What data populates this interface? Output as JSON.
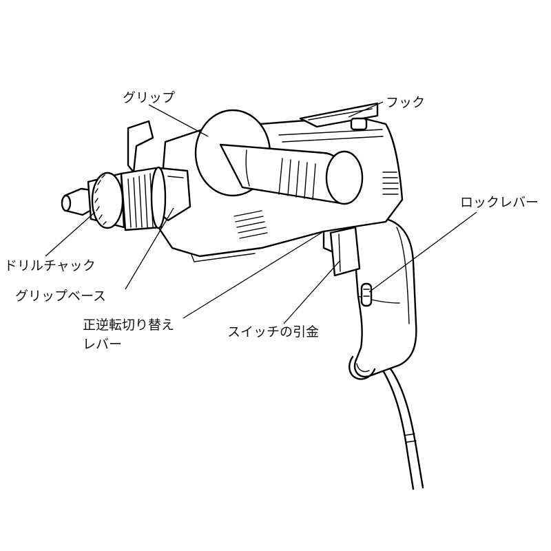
{
  "labels": {
    "grip": "グリップ",
    "hook": "フック",
    "lock_lever": "ロックレバー",
    "drill_chuck": "ドリルチャック",
    "grip_base": "グリップベース",
    "reverse_lever_line1": "正逆転切り替え",
    "reverse_lever_line2": "レバー",
    "switch_trigger": "スイッチの引金"
  }
}
